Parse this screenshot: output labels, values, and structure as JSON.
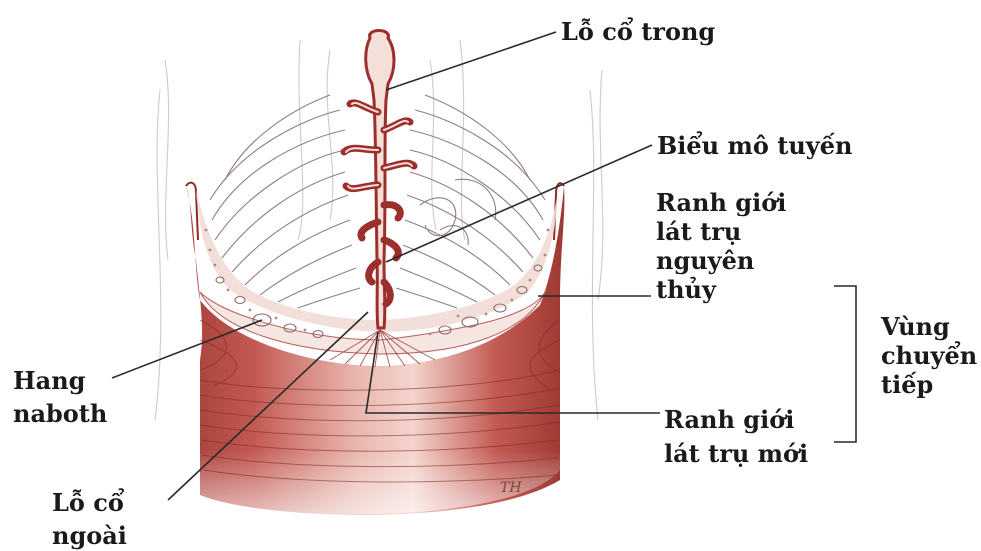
{
  "labels": {
    "internal_os": "Lỗ cổ trong",
    "glandular_epithelium": "Biểu mô tuyến",
    "original_scj": [
      "Ranh giới",
      "lát trụ",
      "nguyên",
      "thủy"
    ],
    "transformation_zone": [
      "Vùng",
      "chuyển",
      "tiếp"
    ],
    "new_scj": [
      "Ranh giới",
      "lát trụ mới"
    ],
    "nabothian_cyst": [
      "Hang",
      "naboth"
    ],
    "external_os": [
      "Lỗ cổ",
      "ngoài"
    ],
    "artist_signature": "TH"
  },
  "colors": {
    "squamous_epithelium": "#b84a44",
    "squamous_light": "#e9b8b0",
    "squamous_dark": "#8e2a26",
    "canal_lining": "#9c2f2b",
    "transition_zone": "#f4e1dc",
    "columnar_lines": "#8a7a78",
    "stroma_lines": "#b9b0ae",
    "leader_lines": "#2a2a2a"
  }
}
